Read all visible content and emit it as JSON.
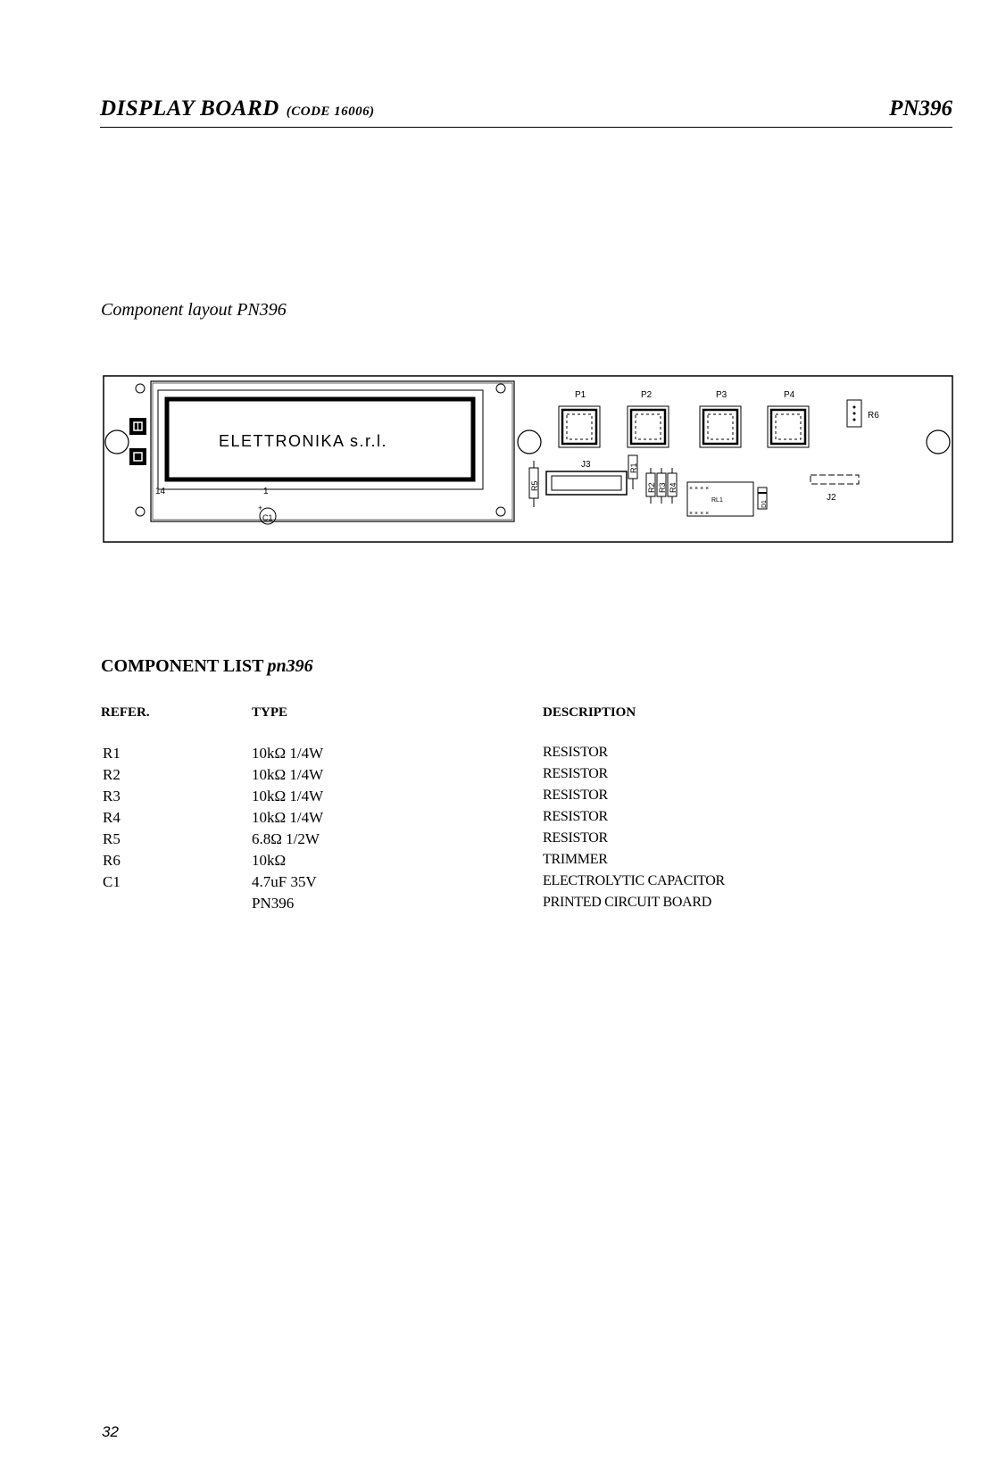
{
  "header": {
    "title": "DISPLAY BOARD",
    "code": "(CODE 16006)",
    "model": "PN396"
  },
  "layout_caption": "Component layout PN396",
  "board": {
    "lcd_text": "ELETTRONIKA s.r.l.",
    "pin_left": "14",
    "pin_right": "1",
    "labels": {
      "p1": "P1",
      "p2": "P2",
      "p3": "P3",
      "p4": "P4",
      "r6": "R6",
      "j3": "J3",
      "j2": "J2",
      "r5": "R5",
      "r1": "R1",
      "r2": "R2",
      "r3": "R3",
      "r4": "R4",
      "rl1": "RL1",
      "d1": "D1",
      "c1": "C1"
    }
  },
  "component_list": {
    "title": "COMPONENT LIST",
    "title_suffix": "pn396",
    "headers": {
      "ref": "REFER.",
      "type": "TYPE",
      "desc": "DESCRIPTION"
    },
    "rows": [
      {
        "ref": "R1",
        "type": "10kΩ 1/4W",
        "desc": "RESISTOR"
      },
      {
        "ref": "R2",
        "type": "10kΩ 1/4W",
        "desc": "RESISTOR"
      },
      {
        "ref": "R3",
        "type": "10kΩ 1/4W",
        "desc": "RESISTOR"
      },
      {
        "ref": "R4",
        "type": "10kΩ 1/4W",
        "desc": "RESISTOR"
      },
      {
        "ref": "R5",
        "type": "6.8Ω 1/2W",
        "desc": "RESISTOR"
      },
      {
        "ref": "R6",
        "type": "10kΩ",
        "desc": "TRIMMER"
      },
      {
        "ref": "C1",
        "type": "4.7uF 35V",
        "desc": "ELECTROLYTIC CAPACITOR"
      },
      {
        "ref": "",
        "type": "PN396",
        "desc": "PRINTED CIRCUIT BOARD"
      }
    ]
  },
  "page_number": "32"
}
